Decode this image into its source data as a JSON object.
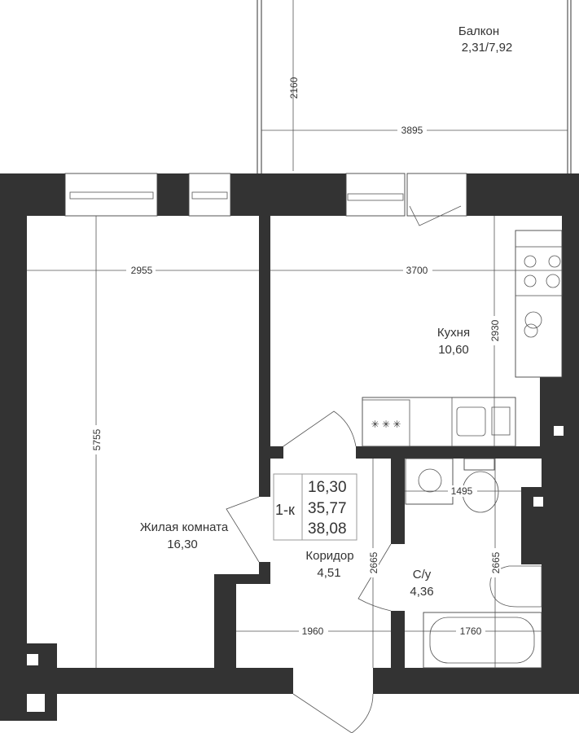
{
  "rooms": {
    "balcony": {
      "name": "Балкон",
      "area": "2,31/7,92"
    },
    "kitchen": {
      "name": "Кухня",
      "area": "10,60"
    },
    "living": {
      "name": "Жилая комната",
      "area": "16,30"
    },
    "corridor": {
      "name": "Коридор",
      "area": "4,51"
    },
    "bathroom": {
      "name": "С/у",
      "area": "4,36"
    }
  },
  "summary": {
    "type": "1-к",
    "living_area": "16,30",
    "total_area": "35,77",
    "total_with_balcony": "38,08"
  },
  "dimensions": {
    "balcony_depth": "2160",
    "balcony_width": "3895",
    "living_width": "2955",
    "kitchen_width": "3700",
    "kitchen_depth": "2930",
    "living_depth": "5755",
    "bathroom_width": "1495",
    "corridor_depth": "2665",
    "bathroom_depth": "2665",
    "corridor_width": "1960",
    "bath_length": "1760"
  },
  "colors": {
    "wall": "#333333",
    "line": "#444444"
  }
}
